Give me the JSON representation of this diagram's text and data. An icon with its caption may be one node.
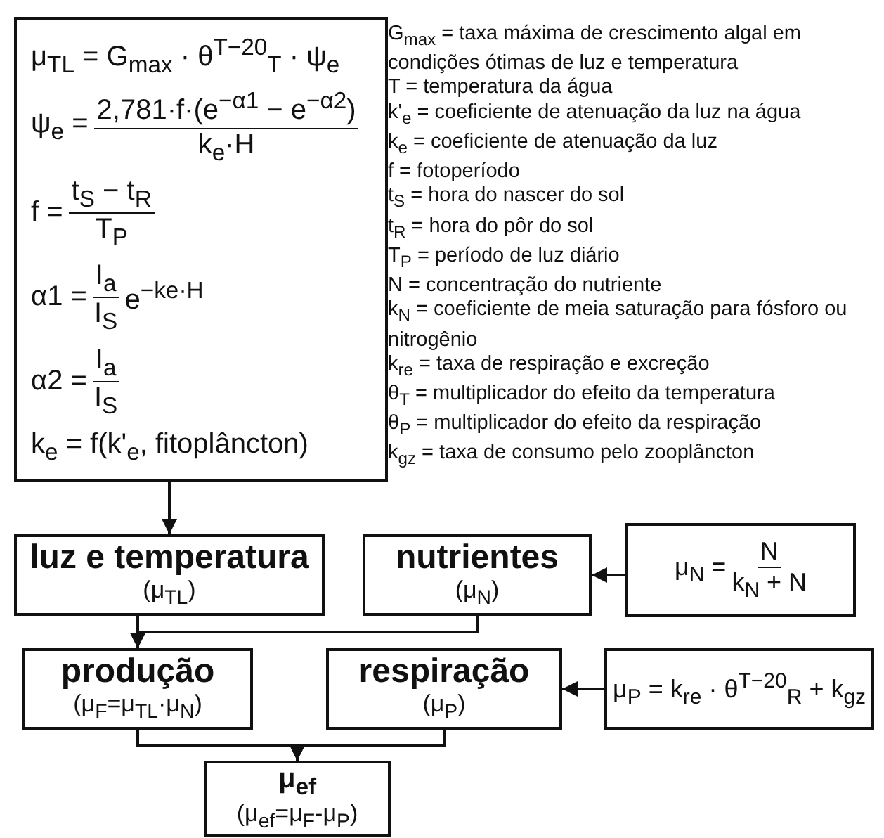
{
  "diagram": {
    "nodes": [
      {
        "text": [
          "μ$_{TL}$ = G$_{max}$ · θ$^{T−20}$$_{T}$ · ψ$_{e}$",
          "ψ$_{e}$ =",
          "2,781·f·(e$^{−α1}$ − e$^{−α2}$)",
          "k$_{e}$·H",
          "f =",
          "t$_{S}$ − t$_{R}$",
          "T$_{P}$",
          "α1 =",
          "I$_{a}$",
          "I$_{S}$",
          "e$^{−ke·H}$",
          "α2 =",
          "I$_{a}$",
          "I$_{S}$",
          "k$_{e}$ = f(k'$_{e}$, fitoplâncton)"
        ]
      },
      {
        "text": [
          "luz e temperatura",
          "(μ$_{TL}$)"
        ]
      },
      {
        "text": [
          "nutrientes",
          "(μ$_{N}$)"
        ]
      },
      {
        "text": [
          "μ$_{N}$ =",
          "N",
          "k$_{N}$ + N"
        ]
      },
      {
        "text": [
          "produção",
          "(μ$_{F}$=μ$_{TL}$·μ$_{N}$)"
        ]
      },
      {
        "text": [
          "respiração",
          "(μ$_{P}$)"
        ]
      },
      {
        "text": [
          "μ$_{P}$ = k$_{re}$ · θ$^{T−20}$$_{R}$ + k$_{gz}$"
        ]
      },
      {
        "text": [
          "μ$_{ef}$",
          "(μ$_{ef}$=μ$_{F}$-μ$_{P}$)"
        ]
      }
    ],
    "edges": [
      {
        "from": 0,
        "to": 1,
        "arrow": "to"
      },
      {
        "from": 3,
        "to": 2,
        "arrow": "to"
      },
      {
        "from": 1,
        "to": 4,
        "arrow": "to"
      },
      {
        "from": 2,
        "to": 4,
        "arrow": "to"
      },
      {
        "from": 6,
        "to": 5,
        "arrow": "to"
      },
      {
        "from": 4,
        "to": 7,
        "arrow": "to"
      },
      {
        "from": 5,
        "to": 7,
        "arrow": "to"
      }
    ],
    "labels": [
      "G$_{max}$ = taxa máxima de crescimento algal em condições ótimas de luz e temperatura",
      "T = temperatura da água",
      "k'$_{e}$ = coeficiente de atenuação da luz na água",
      "k$_{e}$ = coeficiente de atenuação da luz",
      "f = fotoperíodo",
      "t$_{S}$ = hora do nascer do sol",
      "t$_{R}$ = hora do pôr do sol",
      "T$_{P}$ = período de luz diário",
      "N = concentração do nutriente",
      "k$_{N}$ = coeficiente de meia saturação para fósforo ou nitrogênio",
      "k$_{re}$ = taxa de respiração e excreção",
      "θ$_{T}$ = multiplicador do efeito da temperatura",
      "θ$_{P}$ = multiplicador do efeito da respiração",
      "k$_{gz}$ = taxa de consumo pelo zooplâncton"
    ]
  }
}
